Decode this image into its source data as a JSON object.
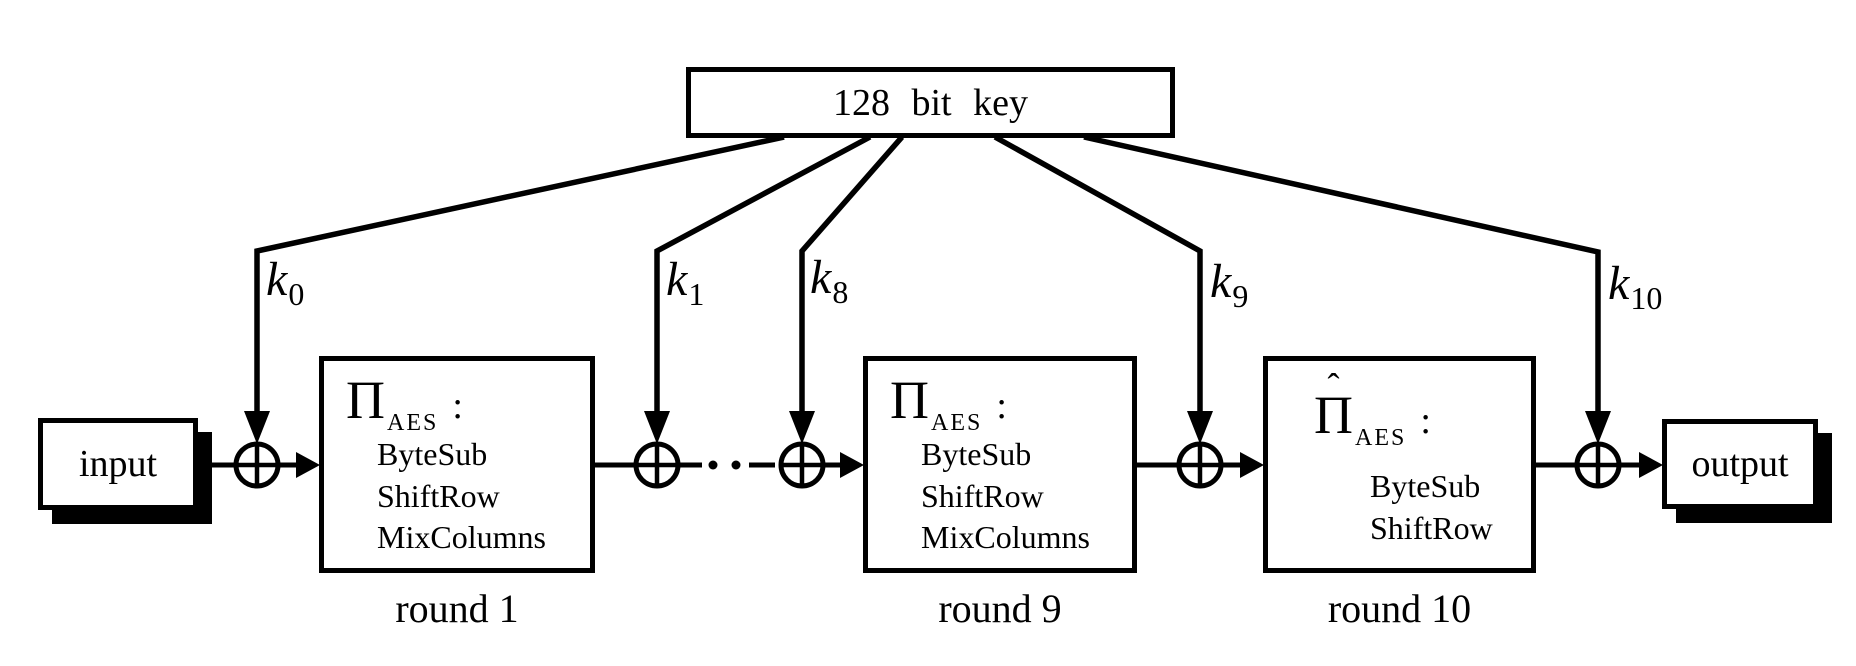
{
  "diagram": {
    "key_box_label": "128 bit key",
    "input_label": "input",
    "output_label": "output",
    "ellipsis": "· ·",
    "xor_symbol": "⊕",
    "round_keys": [
      {
        "base": "k",
        "sub": "0"
      },
      {
        "base": "k",
        "sub": "1"
      },
      {
        "base": "k",
        "sub": "8"
      },
      {
        "base": "k",
        "sub": "9"
      },
      {
        "base": "k",
        "sub": "10"
      }
    ],
    "rounds": [
      {
        "hat": "",
        "pi": "Π",
        "pi_sub": "AES",
        "colon": ":",
        "ops": [
          "ByteSub",
          "ShiftRow",
          "MixColumns"
        ],
        "caption": "round 1"
      },
      {
        "hat": "",
        "pi": "Π",
        "pi_sub": "AES",
        "colon": ":",
        "ops": [
          "ByteSub",
          "ShiftRow",
          "MixColumns"
        ],
        "caption": "round 9"
      },
      {
        "hat": "ˆ",
        "pi": "Π",
        "pi_sub": "AES",
        "colon": ":",
        "ops": [
          "ByteSub",
          "ShiftRow"
        ],
        "caption": "round 10"
      }
    ],
    "colors": {
      "stroke": "#000000",
      "background": "#ffffff"
    }
  }
}
